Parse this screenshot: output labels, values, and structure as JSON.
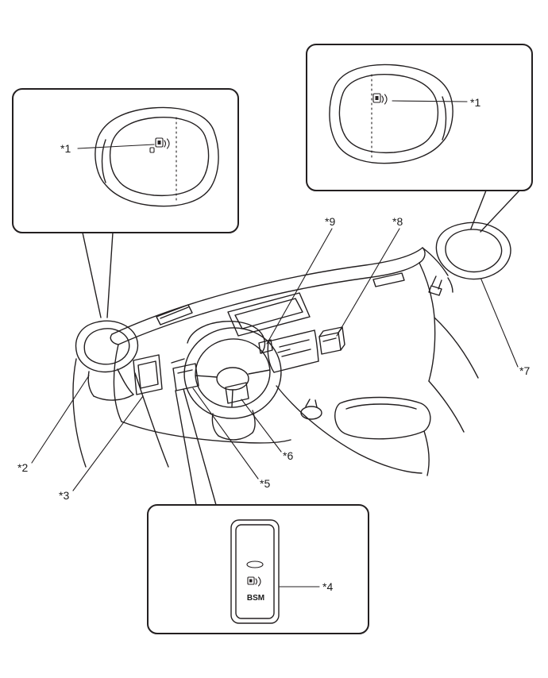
{
  "diagram": {
    "background_color": "#ffffff",
    "line_color": "#231f20",
    "labels": {
      "callout_left": "*1",
      "callout_right": "*1",
      "left_outer_mirror": "*2",
      "left_bracket": "*3",
      "main_switch": "*4",
      "dash_switch": "*5",
      "steering_switch": "*6",
      "right_outer_mirror": "*7",
      "dash_connector": "*8",
      "meter_unit": "*9"
    },
    "switch_text": "BSM"
  }
}
